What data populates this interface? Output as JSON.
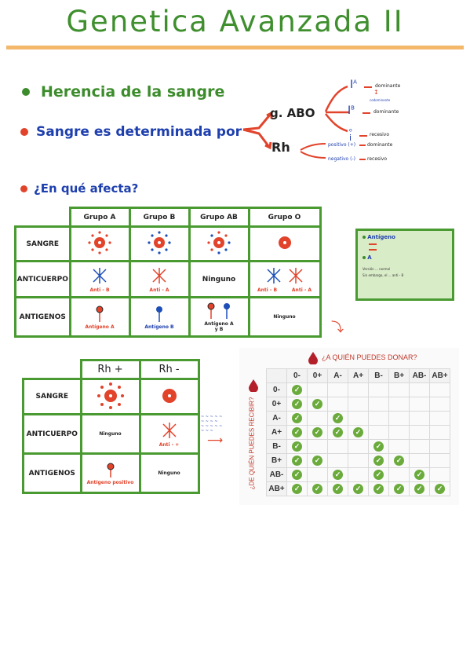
{
  "title": "Genetica Avanzada II",
  "bullets": {
    "herencia": "Herencia de la sangre",
    "determinada": "Sangre es determinada por",
    "afecta": "¿En qué afecta?"
  },
  "abo": {
    "label": "g. ABO",
    "ia": "I",
    "ia_sup": "A",
    "ia_note": "dominante",
    "codominante": "codominante",
    "ib": "I",
    "ib_sup": "B",
    "ib_note": "dominante",
    "i": "i",
    "i_sup": "o",
    "i_note": "recesivo"
  },
  "rh": {
    "label": "Rh",
    "positivo": "positivo (+)",
    "positivo_note": "dominante",
    "negativo": "negativo (-)",
    "negativo_note": "recesivo"
  },
  "abo_table": {
    "headers": [
      "Grupo A",
      "Grupo B",
      "Grupo AB",
      "Grupo O"
    ],
    "row_labels": [
      "SANGRE",
      "ANTICUERPO",
      "ANTIGENOS"
    ],
    "anticuerpo_a": "Anti - B",
    "anticuerpo_b": "Anti - A",
    "anticuerpo_ab": "Ninguno",
    "anticuerpo_o_1": "Anti - B",
    "anticuerpo_o_2": "Anti - A",
    "antigeno_a": "Antígeno A",
    "antigeno_b": "Antígeno B",
    "antigeno_ab": "Antígeno A y B",
    "antigeno_o": "Ninguno"
  },
  "note_card": {
    "antigeno": "Antígeno",
    "a": "A",
    "line1": "Versión ... normal",
    "line2": "Sin embargo, el ... anti - B"
  },
  "rh_table": {
    "headers": [
      "Rh +",
      "Rh -"
    ],
    "row_labels": [
      "SANGRE",
      "ANTICUERPO",
      "ANTIGENOS"
    ],
    "anticuerpo_pos": "Ninguno",
    "anticuerpo_neg": "Anti - +",
    "antigeno_pos": "Antígeno positivo",
    "antigeno_neg": "Ninguno"
  },
  "donor_chart": {
    "title": "¿A QUIÉN PUEDES DONAR?",
    "ylabel": "¿DE QUIÉN PUEDES RECIBIR?",
    "columns": [
      "0-",
      "0+",
      "A-",
      "A+",
      "B-",
      "B+",
      "AB-",
      "AB+"
    ],
    "rows": [
      {
        "label": "0-",
        "checks": [
          1,
          0,
          0,
          0,
          0,
          0,
          0,
          0
        ]
      },
      {
        "label": "0+",
        "checks": [
          1,
          1,
          0,
          0,
          0,
          0,
          0,
          0
        ]
      },
      {
        "label": "A-",
        "checks": [
          1,
          0,
          1,
          0,
          0,
          0,
          0,
          0
        ]
      },
      {
        "label": "A+",
        "checks": [
          1,
          1,
          1,
          1,
          0,
          0,
          0,
          0
        ]
      },
      {
        "label": "B-",
        "checks": [
          1,
          0,
          0,
          0,
          1,
          0,
          0,
          0
        ]
      },
      {
        "label": "B+",
        "checks": [
          1,
          1,
          0,
          0,
          1,
          1,
          0,
          0
        ]
      },
      {
        "label": "AB-",
        "checks": [
          1,
          0,
          1,
          0,
          1,
          0,
          1,
          0
        ]
      },
      {
        "label": "AB+",
        "checks": [
          1,
          1,
          1,
          1,
          1,
          1,
          1,
          1
        ]
      }
    ]
  },
  "colors": {
    "green": "#4a9a32",
    "blue": "#1e3fae",
    "red": "#e2432b",
    "orange": "#f3b86a",
    "check": "#6aab3c",
    "dark_red": "#b3202a"
  }
}
